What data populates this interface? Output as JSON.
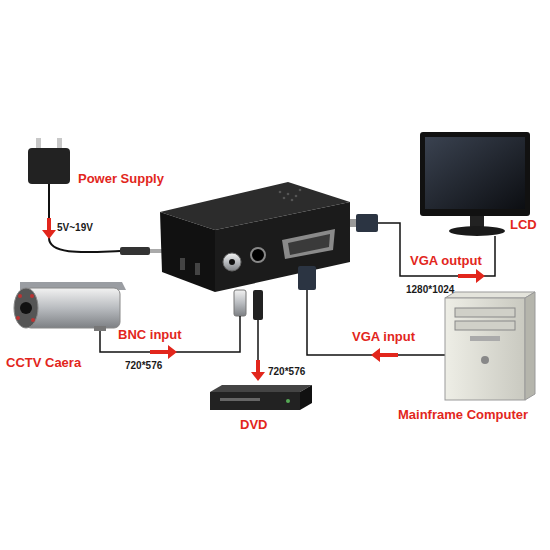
{
  "diagram": {
    "labels": [
      "Power Supply",
      "5V~19V",
      "LCD",
      "VGA output",
      "1280*1024",
      "BNC input",
      "720*576",
      "VGA input",
      "CCTV Caera",
      "720*576",
      "Mainframe Computer",
      "DVD"
    ]
  }
}
